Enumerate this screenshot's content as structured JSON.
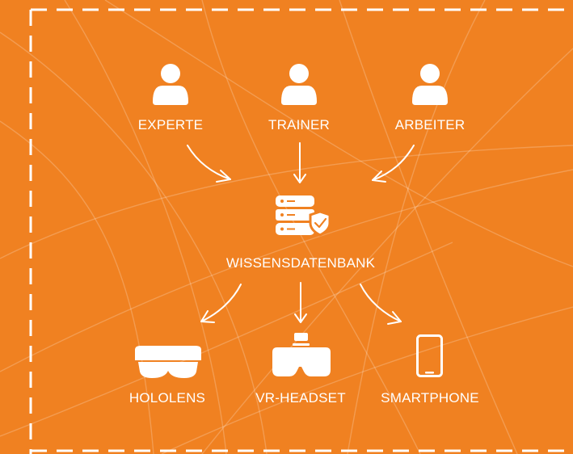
{
  "colors": {
    "background": "#F08121",
    "foreground": "#FFFFFF"
  },
  "sources": [
    {
      "label": "EXPERTE",
      "icon": "person-icon"
    },
    {
      "label": "TRAINER",
      "icon": "person-icon"
    },
    {
      "label": "ARBEITER",
      "icon": "person-icon"
    }
  ],
  "hub": {
    "label": "WISSENSDATENBANK",
    "icon": "secure-database-icon"
  },
  "outputs": [
    {
      "label": "HOLOLENS",
      "icon": "hololens-icon"
    },
    {
      "label": "VR-HEADSET",
      "icon": "vr-headset-icon"
    },
    {
      "label": "SMARTPHONE",
      "icon": "smartphone-icon"
    }
  ]
}
